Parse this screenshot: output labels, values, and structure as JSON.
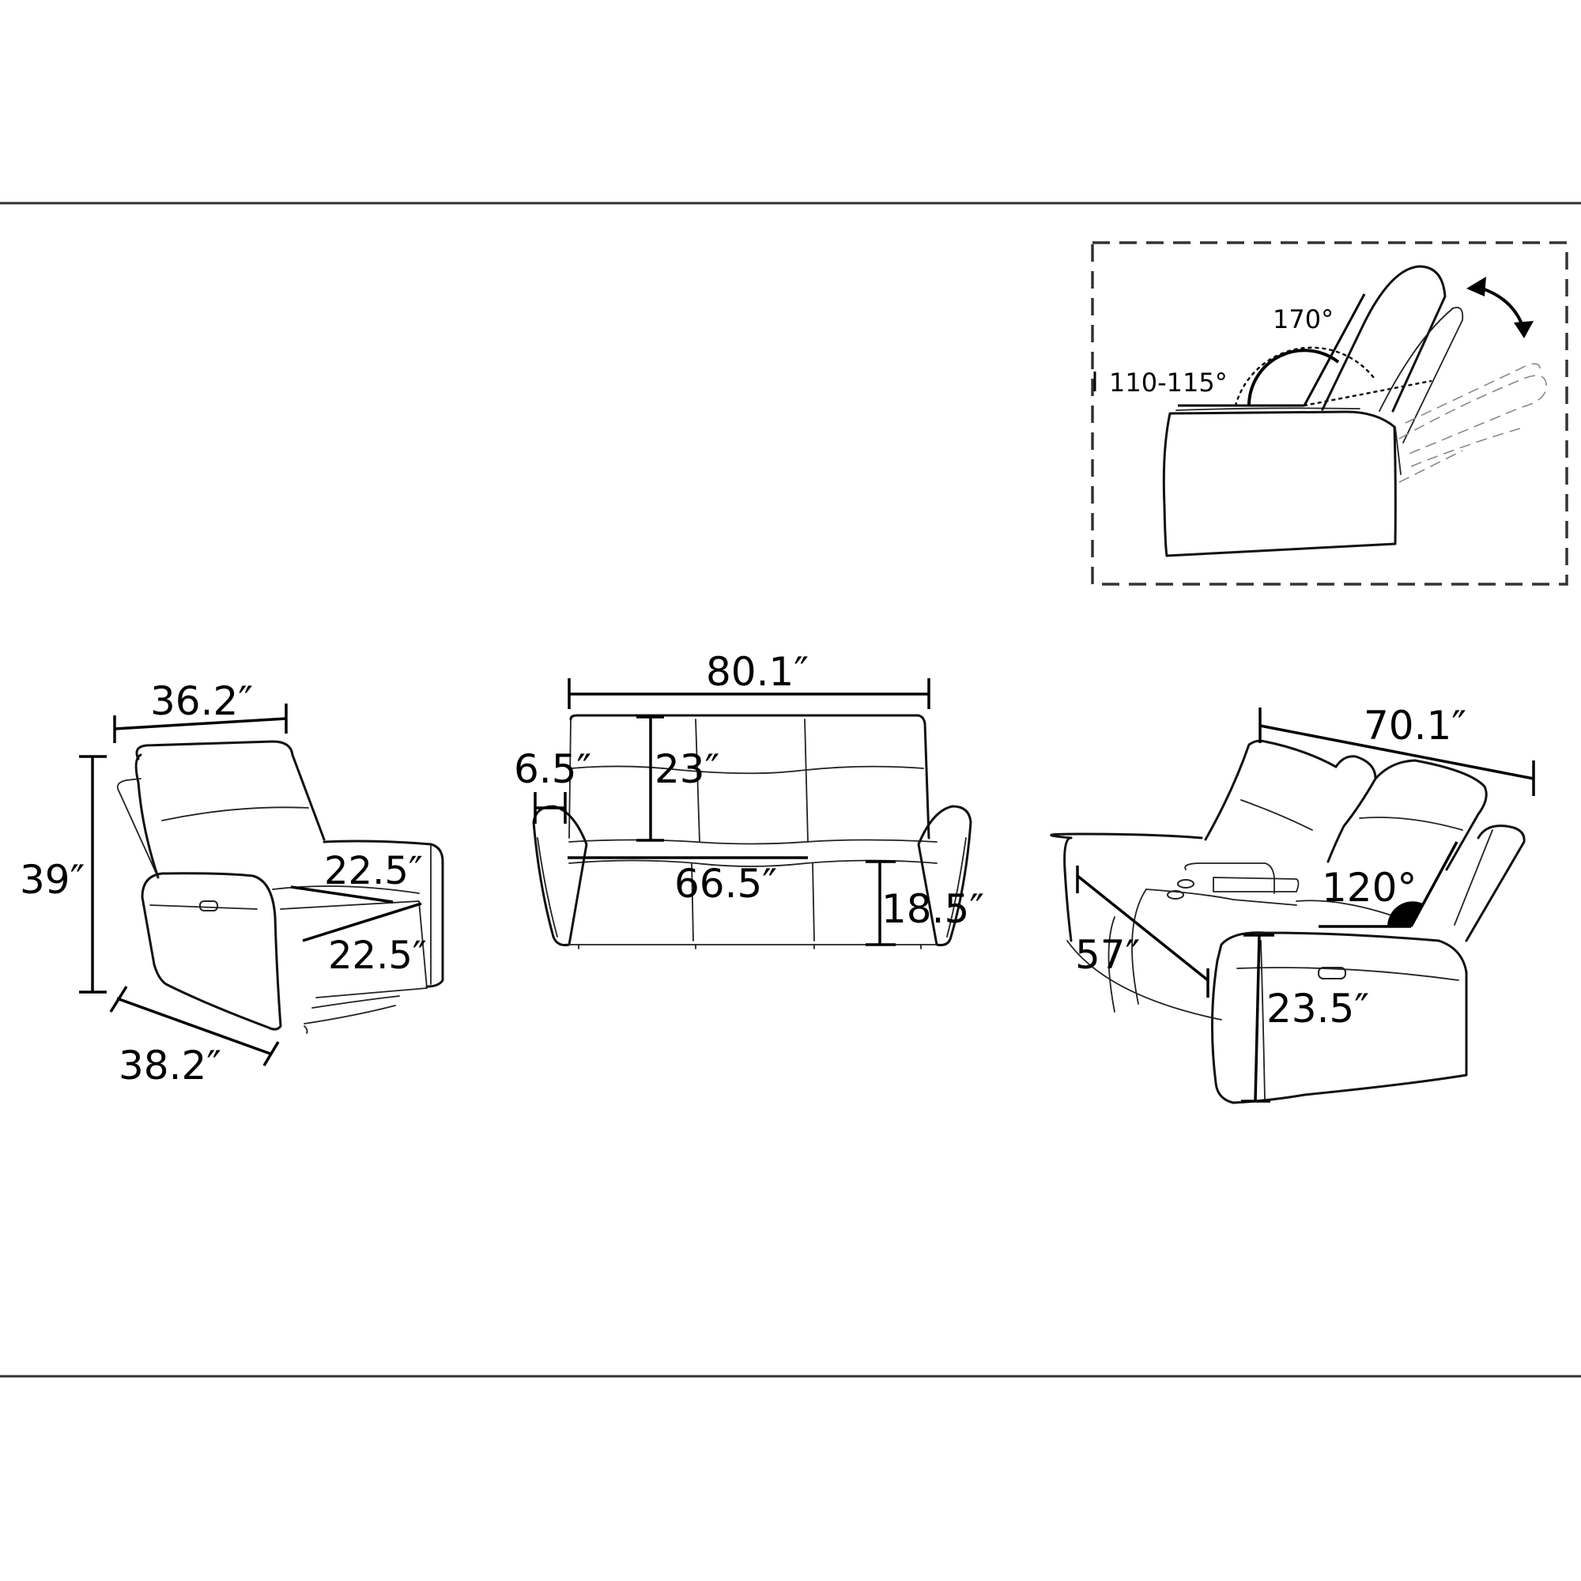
{
  "detail_panel": {
    "recline_angle": "170°",
    "upright_angle": "110-115°"
  },
  "recliner_chair": {
    "width": "36.2″",
    "height": "39″",
    "depth": "38.2″",
    "seat_depth": "22.5″",
    "seat_width": "22.5″"
  },
  "sofa": {
    "overall_width": "80.1″",
    "arm_width": "6.5″",
    "back_height": "23″",
    "seat_width": "66.5″",
    "seat_height": "18.5″"
  },
  "loveseat": {
    "overall_width": "70.1″",
    "depth": "57″",
    "recline_angle": "120°",
    "arm_height": "23.5″"
  }
}
